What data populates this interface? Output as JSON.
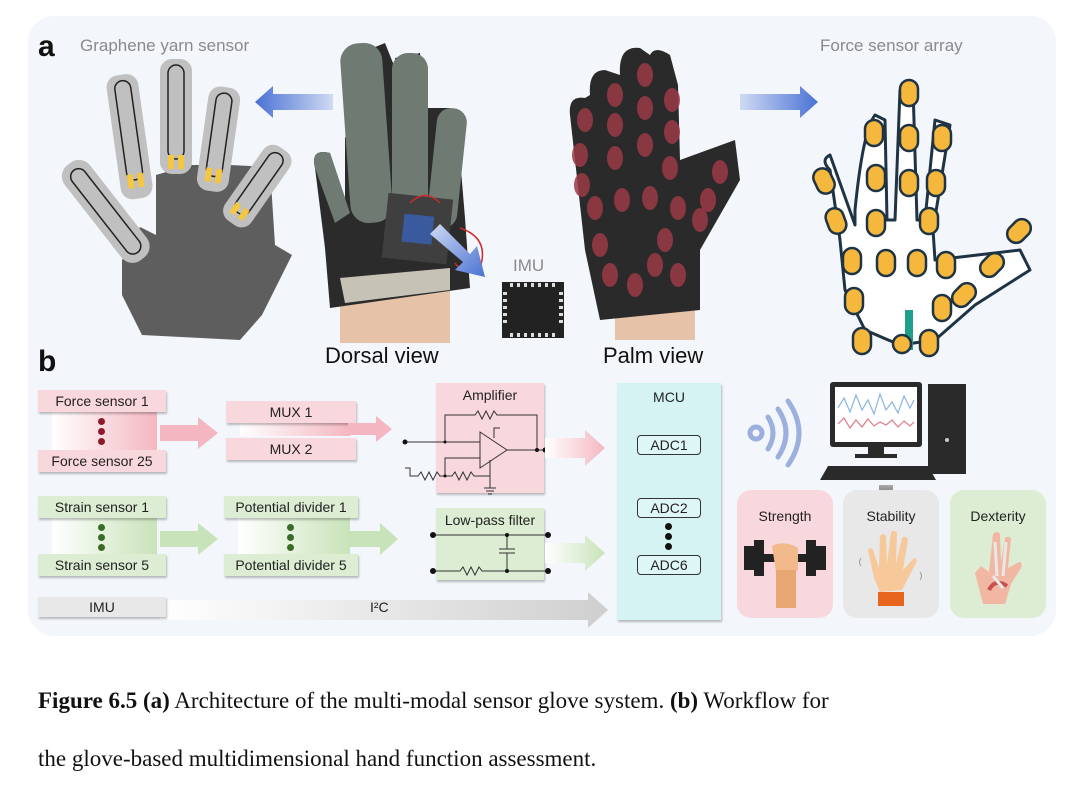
{
  "panel_a": {
    "letter": "a",
    "graphene_title": "Graphene yarn sensor",
    "force_array_title": "Force sensor array",
    "dorsal_label": "Dorsal view",
    "palm_label": "Palm view",
    "imu_label": "IMU"
  },
  "panel_b": {
    "letter": "b",
    "force_sensors": {
      "first": "Force sensor 1",
      "last": "Force sensor 25"
    },
    "mux": [
      "MUX 1",
      "MUX 2"
    ],
    "strain_sensors": {
      "first": "Strain sensor 1",
      "last": "Strain sensor 5"
    },
    "dividers": {
      "first": "Potential divider 1",
      "last": "Potential divider 5"
    },
    "imu": "IMU",
    "bus": "I²C",
    "amplifier": "Amplifier",
    "lowpass": "Low-pass filter",
    "mcu": {
      "title": "MCU",
      "adc_first": "ADC1",
      "adc_second": "ADC2",
      "adc_last": "ADC6"
    },
    "outcomes": [
      "Strength",
      "Stability",
      "Dexterity"
    ]
  },
  "caption": {
    "figure_label": "Figure 6.5",
    "part_a": "(a)",
    "text_a": " Architecture of the multi-modal sensor glove system. ",
    "part_b": "(b)",
    "text_b_line1": " Workflow for",
    "text_b_line2": "the glove-based multidimensional hand function assessment."
  },
  "colors": {
    "pink": "#f8d7dd",
    "green": "#dcedd3",
    "mcu": "#d5f3f2",
    "sensor_yellow": "#f5b83d",
    "glove_grey": "#5e5e5e",
    "arrow_blue": "#4a72d4"
  }
}
